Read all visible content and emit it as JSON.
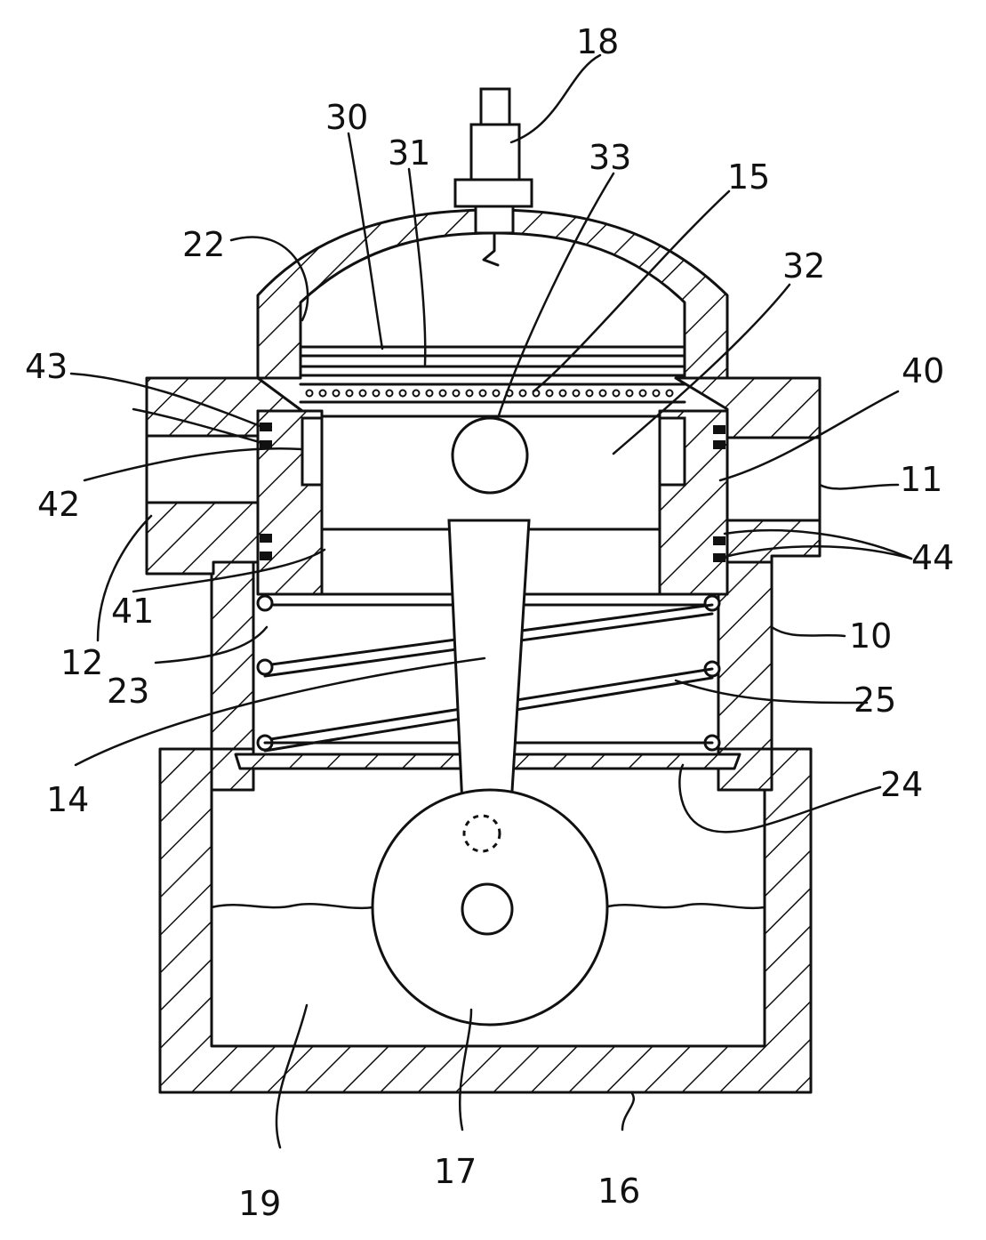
{
  "labels": {
    "n18": "18",
    "n30": "30",
    "n31": "31",
    "n33": "33",
    "n15": "15",
    "n22": "22",
    "n32": "32",
    "n43": "43",
    "n40": "40",
    "n42": "42",
    "n11": "11",
    "n44": "44",
    "n12": "12",
    "n41": "41",
    "n10": "10",
    "n23": "23",
    "n25": "25",
    "n14": "14",
    "n24": "24",
    "n19": "19",
    "n17": "17",
    "n16": "16"
  },
  "colors": {
    "ink": "#111111",
    "paper": "#ffffff"
  }
}
